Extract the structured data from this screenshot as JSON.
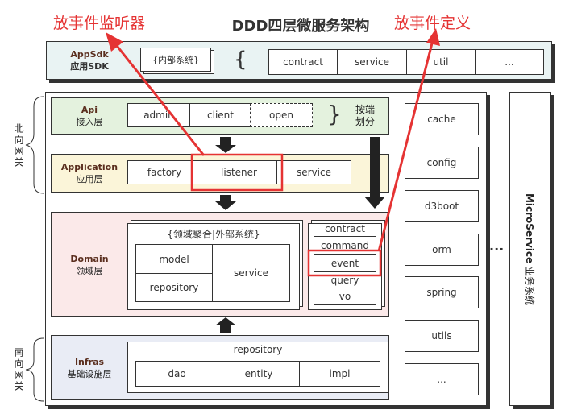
{
  "title": "DDD四层微服务架构",
  "annotations": {
    "listener_label": "放事件监听器",
    "event_label": "放事件定义"
  },
  "appsdk": {
    "en": "AppSdk",
    "cn": "应用SDK",
    "internal": "{内部系统}",
    "brace": "{",
    "items": [
      "contract",
      "service",
      "util",
      "..."
    ]
  },
  "north": "北向网关",
  "south": "南向网关",
  "api": {
    "en": "Api",
    "cn": "接入层",
    "items": [
      "admin",
      "client",
      "open"
    ],
    "brace": "}",
    "note_line1": "按端",
    "note_line2": "划分"
  },
  "application": {
    "en": "Application",
    "cn": "应用层",
    "items": [
      "factory",
      "listener",
      "service"
    ]
  },
  "domain": {
    "en": "Domain",
    "cn": "领域层",
    "group_title": "{领域聚合|外部系统}",
    "model": "model",
    "repository": "repository",
    "service": "service",
    "contract_title": "contract",
    "contract_items": [
      "command",
      "event",
      "query",
      "vo"
    ]
  },
  "infras": {
    "en": "Infras",
    "cn": "基础设施层",
    "repository_title": "repository",
    "items": [
      "dao",
      "entity",
      "impl"
    ]
  },
  "common": [
    "cache",
    "config",
    "d3boot",
    "orm",
    "spring",
    "utils",
    "..."
  ],
  "ellipsis": "...",
  "microservice": {
    "en": "MicroService",
    "cn": "业务系统"
  },
  "colors": {
    "appsdk_bg": "#e9f3f3",
    "api_bg": "#e4f2de",
    "application_bg": "#fbf5d9",
    "domain_bg": "#fbe9e9",
    "infras_bg": "#e9ecf5",
    "annotation_red": "#e53333",
    "layer_label": "#5a2e1e"
  }
}
